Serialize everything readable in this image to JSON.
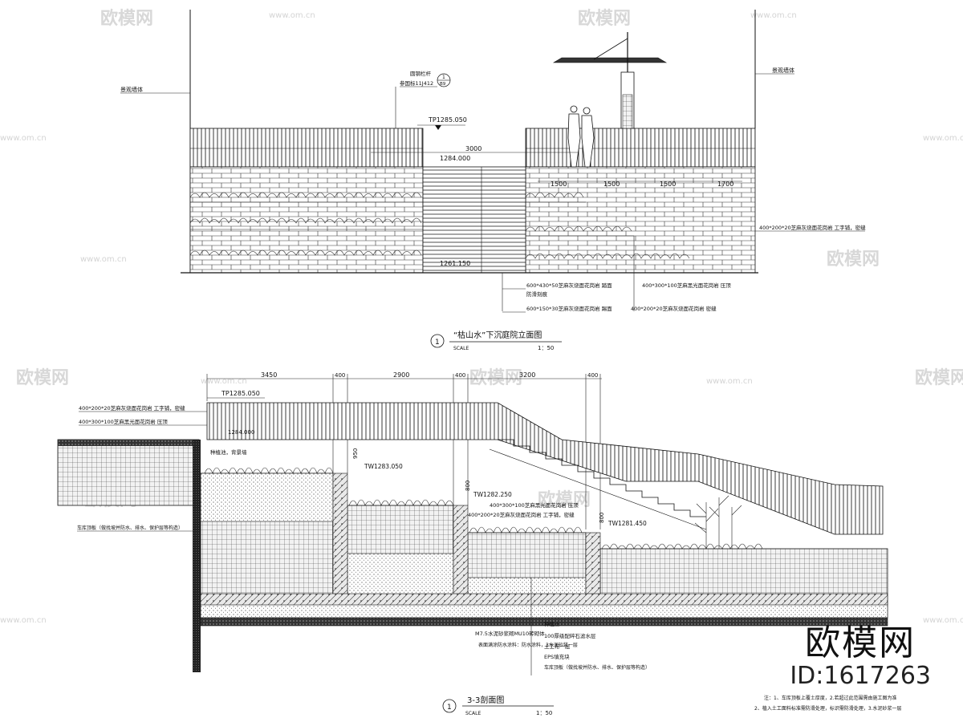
{
  "watermark": {
    "brand": "欧模网",
    "url": "www.om.cn"
  },
  "branding": {
    "logo": "欧模网",
    "id": "ID:1617263"
  },
  "elevation": {
    "title": "“枯山水”下沉庭院立面图",
    "number": "1",
    "scale_prefix": "SCALE",
    "scale": "1：50",
    "labels": {
      "left_wall": "景观墙体",
      "right_wall": "景观墙体",
      "railing": "圆钢栏杆",
      "railing_ref": "参国标11J412",
      "callout_top": "1",
      "callout_bottom": "B9",
      "tp_top": "TP1285.050",
      "dim_3000": "3000",
      "level_1284": "1284.000",
      "level_1261": "1261.150",
      "dim_1500a": "1500",
      "dim_1500b": "1500",
      "dim_1500c": "1500",
      "dim_1700": "1700",
      "right_note": "400*200*20芝麻灰烧面花岗岩  工字铺，密缝",
      "note1": "600*430*50芝麻灰烧面花岗岩  踏面",
      "note1b": "防滑刻痕",
      "note2": "600*150*30芝麻灰烧面花岗岩  踢面",
      "note3": "400*300*100芝麻黑光面花岗岩  压顶",
      "note4": "400*200*20芝麻灰烧面花岗岩  密缝"
    }
  },
  "section": {
    "title": "3-3剖面图",
    "number": "1",
    "scale_prefix": "SCALE",
    "scale": "1：50",
    "dims": [
      "3450",
      "400",
      "2900",
      "400",
      "3200",
      "400"
    ],
    "labels": {
      "tp": "TP1285.050",
      "tw1": "TW1283.050",
      "tw2": "TW1282.250",
      "tw3": "TW1281.450",
      "level_1284": "1284.000",
      "dim_950": "950",
      "dim_800a": "800",
      "dim_800b": "800",
      "left_note1": "400*200*20芝麻灰烧面花岗岩  工字铺，密缝",
      "left_note2": "400*300*100芝麻黑光面花岗岩  压顶",
      "plant_note": "种植池，背景墙",
      "roof_note": "车库顶板（做找坡并防水、排水、保护层等构造）",
      "mid_note1": "400*300*100芝麻黑光面花岗岩  压顶",
      "mid_note2": "400*200*20芝麻灰烧面花岗岩  工字铺，密缝",
      "mortar1": "M7.5水泥砂浆砌MU10砖砌体",
      "mortar2": "表面满涂防水涂料：防水涂料，3水泥砂浆一层",
      "leg1": "种植土",
      "leg2": "100厚级配碎石滤水层",
      "leg3": "土工布一层",
      "leg4": "EPS填充块",
      "leg5": "车库顶板（做找坡并防水、排水、保护层等构造）",
      "foot1": "注：1、车库顶板上覆土厚度，2.若超过此范围需由施工图为准",
      "foot2": "2、植入土工面料标准需防滑处理，标识需防滑处理，3.水泥砂浆一层"
    }
  }
}
